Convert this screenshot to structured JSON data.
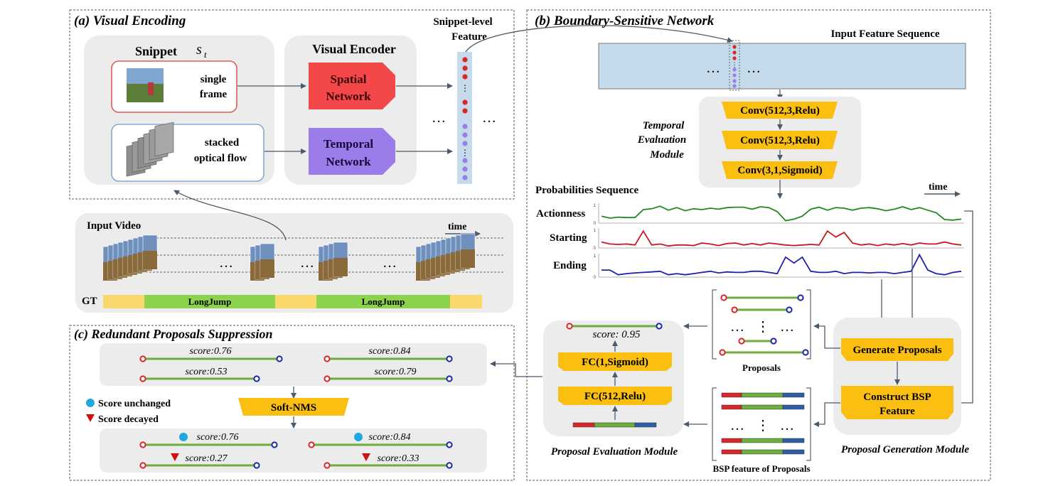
{
  "colors": {
    "panel_gray": "#ececec",
    "yellow_block": "#fbbf12",
    "spatial_red": "#f4474a",
    "temporal_purple": "#9b7ce8",
    "feature_blue": "#c5dbec",
    "actionness_green": "#1f8a1f",
    "starting_red": "#c8161d",
    "ending_blue": "#1f1fb0",
    "proposal_green": "#6cad3c",
    "dot_red": "#d9262a",
    "dot_blue": "#1a2aa8",
    "unchanged_cyan": "#1fa8e0",
    "decayed_red": "#d10f0f",
    "gt_yellow": "#fad86b",
    "gt_green": "#8bd34c"
  },
  "section_a": {
    "title": "(a) Visual Encoding",
    "snippet_label": "Snippet",
    "snippet_symbol": "s",
    "snippet_subscript": "t",
    "single_frame_line1": "single",
    "single_frame_line2": "frame",
    "optical_line1": "stacked",
    "optical_line2": "optical flow",
    "visual_encoder_title": "Visual Encoder",
    "spatial_line1": "Spatial",
    "spatial_line2": "Network",
    "temporal_line1": "Temporal",
    "temporal_line2": "Network",
    "snippet_feature_line1": "Snippet-level",
    "snippet_feature_line2": "Feature",
    "ellipsis": "…"
  },
  "input_video": {
    "title": "Input Video",
    "time_label": "time",
    "gt_label": "GT",
    "gt_segments": [
      "LongJump",
      "LongJump"
    ],
    "ellipsis": "…"
  },
  "section_b": {
    "title": "(b) Boundary-Sensitive Network",
    "input_feature_sequence": "Input Feature Sequence",
    "ellipsis": "…",
    "tem_line1": "Temporal",
    "tem_line2": "Evaluation",
    "tem_line3": "Module",
    "conv_layers": [
      "Conv(512,3,Relu)",
      "Conv(512,3,Relu)",
      "Conv(3,1,Sigmoid)"
    ],
    "probabilities_sequence": "Probabilities  Sequence",
    "time_label": "time",
    "curve_labels": [
      "Actionness",
      "Starting",
      "Ending"
    ],
    "axis_ticks": [
      "1",
      "0"
    ]
  },
  "chart_data": {
    "type": "line",
    "series": [
      {
        "name": "Actionness",
        "values": [
          0.35,
          0.25,
          0.3,
          0.28,
          0.28,
          0.68,
          0.72,
          0.85,
          0.65,
          0.78,
          0.62,
          0.72,
          0.68,
          0.75,
          0.7,
          0.78,
          0.8,
          0.8,
          0.7,
          0.82,
          0.78,
          0.58,
          0.12,
          0.2,
          0.35,
          0.7,
          0.8,
          0.65,
          0.78,
          0.75,
          0.65,
          0.75,
          0.78,
          0.72,
          0.62,
          0.7,
          0.82,
          0.68,
          0.78,
          0.65,
          0.52,
          0.18,
          0.15,
          0.2
        ]
      },
      {
        "name": "Starting",
        "values": [
          0.3,
          0.2,
          0.18,
          0.2,
          0.15,
          0.85,
          0.15,
          0.2,
          0.1,
          0.15,
          0.15,
          0.12,
          0.25,
          0.2,
          0.12,
          0.22,
          0.25,
          0.15,
          0.22,
          0.15,
          0.25,
          0.2,
          0.15,
          0.12,
          0.15,
          0.18,
          0.15,
          0.85,
          0.55,
          0.78,
          0.25,
          0.15,
          0.2,
          0.12,
          0.2,
          0.15,
          0.22,
          0.15,
          0.25,
          0.2,
          0.2,
          0.3,
          0.2,
          0.15
        ]
      },
      {
        "name": "Ending",
        "values": [
          0.3,
          0.3,
          0.1,
          0.15,
          0.18,
          0.2,
          0.22,
          0.25,
          0.1,
          0.15,
          0.1,
          0.15,
          0.2,
          0.25,
          0.18,
          0.22,
          0.2,
          0.2,
          0.25,
          0.25,
          0.2,
          0.15,
          0.85,
          0.6,
          0.85,
          0.25,
          0.2,
          0.2,
          0.25,
          0.15,
          0.2,
          0.2,
          0.18,
          0.2,
          0.2,
          0.15,
          0.2,
          0.25,
          0.95,
          0.3,
          0.15,
          0.1,
          0.2,
          0.25
        ]
      }
    ],
    "ylim": [
      0,
      1
    ]
  },
  "section_c": {
    "title": "(c) Redundant Proposals Suppression",
    "top_scores": [
      "score:0.76",
      "score:0.84",
      "score:0.53",
      "score:0.79"
    ],
    "soft_nms": "Soft-NMS",
    "legend_unchanged": "Score unchanged",
    "legend_decayed": "Score decayed",
    "bottom_scores": [
      "score:0.76",
      "score:0.84",
      "score:0.27",
      "score:0.33"
    ]
  },
  "proposal_evaluation": {
    "score": "score: 0.95",
    "fc_layers": [
      "FC(1,Sigmoid)",
      "FC(512,Relu)"
    ],
    "title": "Proposal Evaluation Module"
  },
  "proposals_panel": {
    "label": "Proposals",
    "ellipsis": "…",
    "vdots": "⋮"
  },
  "bsp_panel": {
    "label": "BSP feature of Proposals"
  },
  "proposal_generation": {
    "generate": "Generate Proposals",
    "construct_line1": "Construct BSP",
    "construct_line2": "Feature",
    "title": "Proposal Generation Module"
  }
}
